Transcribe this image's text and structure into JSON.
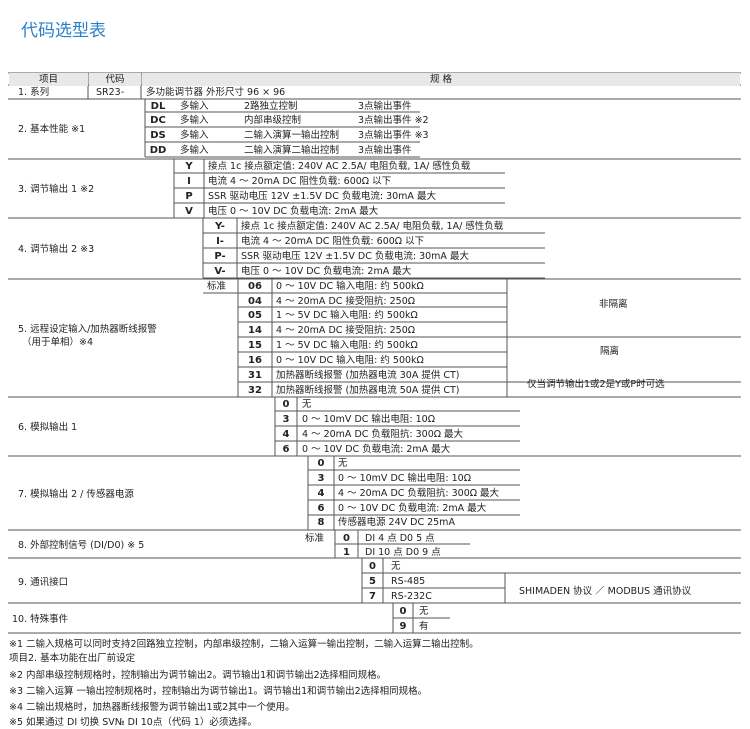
{
  "title": "代码选型表",
  "header": {
    "item": "项目",
    "code": "代码",
    "spec": "规 格"
  },
  "series": {
    "item": "1. 系列",
    "code": "SR23-",
    "desc": "多功能调节器  外形尺寸 96 × 96"
  },
  "basic": {
    "item": "2. 基本性能  ※1",
    "rows": [
      {
        "code": "DL",
        "c1": "多输入",
        "c2": "2路独立控制",
        "c3": "3点输出事件"
      },
      {
        "code": "DC",
        "c1": "多输入",
        "c2": "内部串级控制",
        "c3": "3点输出事件  ※2"
      },
      {
        "code": "DS",
        "c1": "多输入",
        "c2": "二输入演算一输出控制",
        "c3": "3点输出事件  ※3"
      },
      {
        "code": "DD",
        "c1": "多输入",
        "c2": "二输入演算二输出控制",
        "c3": "3点输出事件"
      }
    ]
  },
  "out1": {
    "item": "3. 调节输出 1  ※2",
    "rows": [
      {
        "code": "Y",
        "text": "接点   1c 接点额定值: 240V AC   2.5A/ 电阻负载,  1A/ 感性负载"
      },
      {
        "code": "I",
        "text": "电流   4 ～ 20mA DC   阻性负载: 600Ω 以下"
      },
      {
        "code": "P",
        "text": "SSR 驱动电压   12V ±1.5V DC   负载电流: 30mA 最大"
      },
      {
        "code": "V",
        "text": "电压   0 ～ 10V DC   负载电流: 2mA 最大"
      }
    ]
  },
  "out2": {
    "item": "4. 调节输出 2  ※3",
    "rows": [
      {
        "code": "Y-",
        "text": "接点   1c 接点额定值: 240V AC   2.5A/ 电阻负载,  1A/ 感性负载"
      },
      {
        "code": "I-",
        "text": "电流   4 ～ 20mA DC   阻性负载: 600Ω 以下"
      },
      {
        "code": "P-",
        "text": "SSR 驱动电压   12V ±1.5V DC   负载电流: 30mA 最大"
      },
      {
        "code": "V-",
        "text": "电压   0 ～ 10V DC   负载电流: 2mA 最大"
      }
    ]
  },
  "remote": {
    "item": "5. 远程设定输入/加热器断线报警",
    "item2": "（用于单相）※4",
    "standard": "标准",
    "rows": [
      {
        "code": "06",
        "text": "0 ～    10V DC    输入电阻: 约 500kΩ"
      },
      {
        "code": "04",
        "text": "4 ～ 20mA DC    接受阻抗:           250Ω"
      },
      {
        "code": "05",
        "text": "1 ～      5V DC    输入电阻: 约 500kΩ"
      },
      {
        "code": "14",
        "text": "4 ～ 20mA DC    接受阻抗:           250Ω"
      },
      {
        "code": "15",
        "text": "1 ～      5V DC    输入电阻: 约 500kΩ"
      },
      {
        "code": "16",
        "text": "0 ～    10V DC    输入电阻: 约 500kΩ"
      },
      {
        "code": "31",
        "text": "加热器断线报警 (加热器电流 30A   提供 CT)"
      },
      {
        "code": "32",
        "text": "加热器断线报警 (加热器电流 50A   提供 CT)"
      }
    ],
    "note_non_iso": "非隔离",
    "note_iso": "隔离",
    "note_ct": "仅当调节输出1或2是Y或P时可选"
  },
  "ana1": {
    "item": "6. 模拟输出 1",
    "rows": [
      {
        "code": "0",
        "text": "无"
      },
      {
        "code": "3",
        "text": "0 ～ 10mV DC    输出电阻:  10Ω"
      },
      {
        "code": "4",
        "text": "4 ～ 20mA DC    负载阻抗: 300Ω  最大"
      },
      {
        "code": "6",
        "text": "0 ～    10V DC    负载电流:  2mA  最大"
      }
    ]
  },
  "ana2": {
    "item": "7. 模拟输出 2 / 传感器电源",
    "rows": [
      {
        "code": "0",
        "text": "无"
      },
      {
        "code": "3",
        "text": "0 ～ 10mV DC    输出电阻:   10Ω"
      },
      {
        "code": "4",
        "text": "4 ～ 20mA DC    负载阻抗: 300Ω 最大"
      },
      {
        "code": "6",
        "text": "0 ～    10V DC    负载电流:  2mA 最大"
      },
      {
        "code": "8",
        "text": "传感器电源      24V DC    25mA"
      }
    ]
  },
  "ext": {
    "item": "8. 外部控制信号 (DI/D0)   ※ 5",
    "standard": "标准",
    "rows": [
      {
        "code": "0",
        "text": "DI    4 点   D0   5 点"
      },
      {
        "code": "1",
        "text": "DI   10 点   D0   9 点"
      }
    ]
  },
  "comm": {
    "item": "9. 通讯接口",
    "rows": [
      {
        "code": "0",
        "text": "无"
      },
      {
        "code": "5",
        "text": "RS-485"
      },
      {
        "code": "7",
        "text": "RS-232C"
      }
    ],
    "protocol": "SHIMADEN 协议 ／ MODBUS 通讯协议"
  },
  "special": {
    "item": "10. 特殊事件",
    "rows": [
      {
        "code": "0",
        "text": "无"
      },
      {
        "code": "9",
        "text": "有"
      }
    ]
  },
  "notes": [
    "※1   二输入规格可以同时支持2回路独立控制，内部串级控制，二输入运算一输出控制，二输入运算二输出控制。",
    "         项目2. 基本功能在出厂前设定",
    "※2   内部串级控制规格时，控制输出为调节输出2。调节输出1和调节输出2选择相同规格。",
    "※3   二输入运算 一输出控制规格时，控制输出为调节输出1。调节输出1和调节输出2选择相同规格。",
    "※4   二输出规格时，加热器断线报警为调节输出1或2其中一个使用。",
    "※5   如果通过 DI 切换 SV№ DI 10点（代码 1）必须选择。"
  ]
}
